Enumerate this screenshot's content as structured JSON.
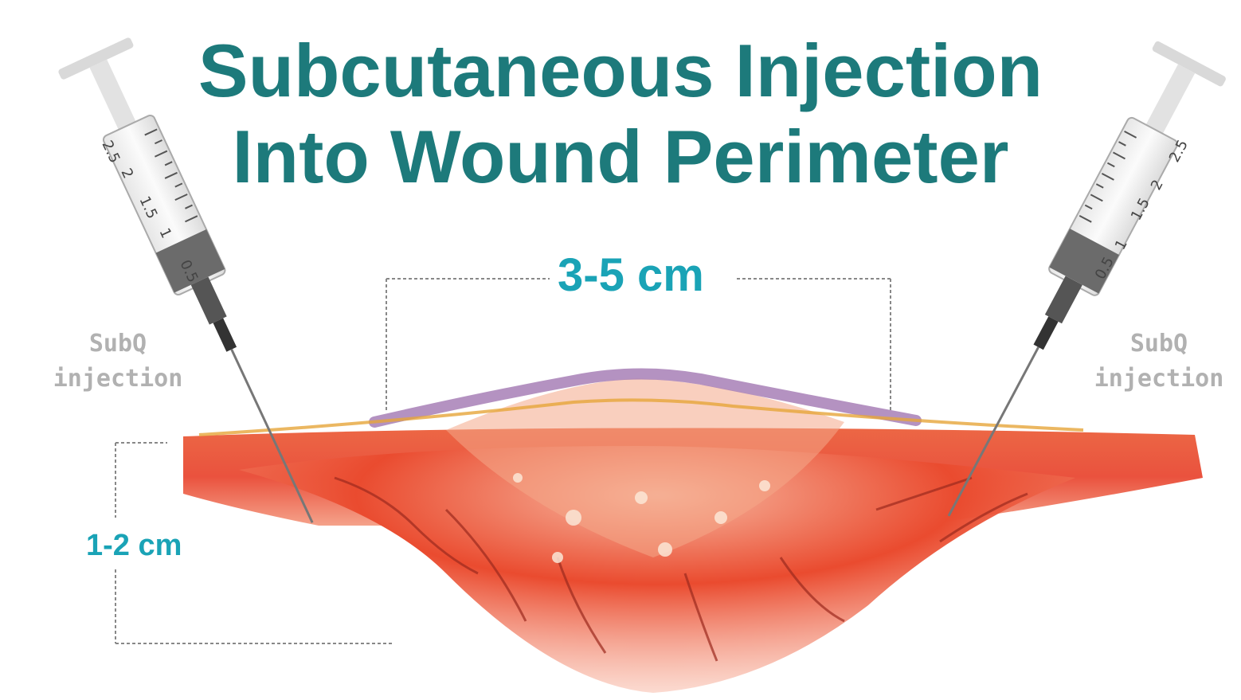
{
  "title": {
    "line1": "Subcutaneous Injection",
    "line2": "Into Wound Perimeter"
  },
  "measurements": {
    "wound_width": "3-5 cm",
    "perimeter_depth": "1-2 cm"
  },
  "labels": {
    "left": {
      "line1": "SubQ",
      "line2": "injection"
    },
    "right": {
      "line1": "SubQ",
      "line2": "injection"
    }
  },
  "syringe_scale_left": [
    "0.5",
    "1",
    "1.5",
    "2",
    "2.5"
  ],
  "syringe_scale_right": [
    "0.5",
    "1",
    "1.5",
    "2",
    "2.5"
  ],
  "colors": {
    "title": "#1d7a7b",
    "measure": "#1aa3b6",
    "label": "#b1b1b1",
    "tissue": "#e8432d",
    "wound_edge": "#a77fb6"
  }
}
